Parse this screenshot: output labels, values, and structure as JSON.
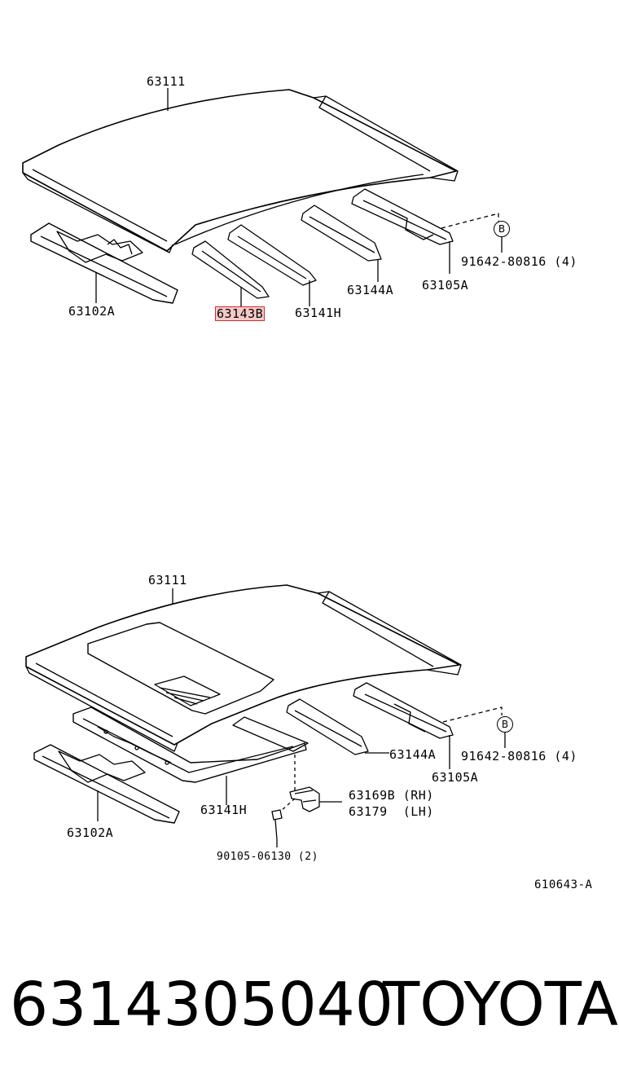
{
  "diagram_top": {
    "roof_panel": "63111",
    "front_header": "63102A",
    "roof_bow_1": "63143B",
    "roof_bow_2": "63141H",
    "roof_bow_3": "63144A",
    "rear_header": "63105A",
    "fastener_ref": "B",
    "fastener": "91642-80816 (4)"
  },
  "diagram_bottom": {
    "roof_panel": "63111",
    "front_header": "63102A",
    "sunroof_bow": "63141H",
    "roof_bow_3": "63144A",
    "rear_header": "63105A",
    "fastener_ref": "B",
    "fastener": "91642-80816 (4)",
    "bracket_rh": "63169B (RH)",
    "bracket_lh": "63179  (LH)",
    "bolt": "90105-06130 (2)"
  },
  "figure_code": "610643-A",
  "footer": {
    "part_number": "6314305040",
    "brand": "TOYOTA"
  }
}
